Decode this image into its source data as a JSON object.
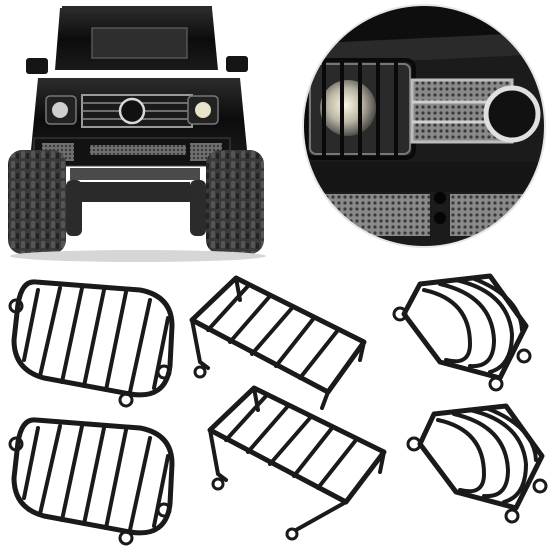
{
  "scene": {
    "background": "#ffffff",
    "metal_color": "#1a1a1a",
    "body_color": "#111111",
    "chrome_color": "#c9c9c9",
    "tire_color": "#2a2a2a",
    "subjects": [
      "rc-truck",
      "headlight-closeup",
      "light-guard-set"
    ]
  }
}
